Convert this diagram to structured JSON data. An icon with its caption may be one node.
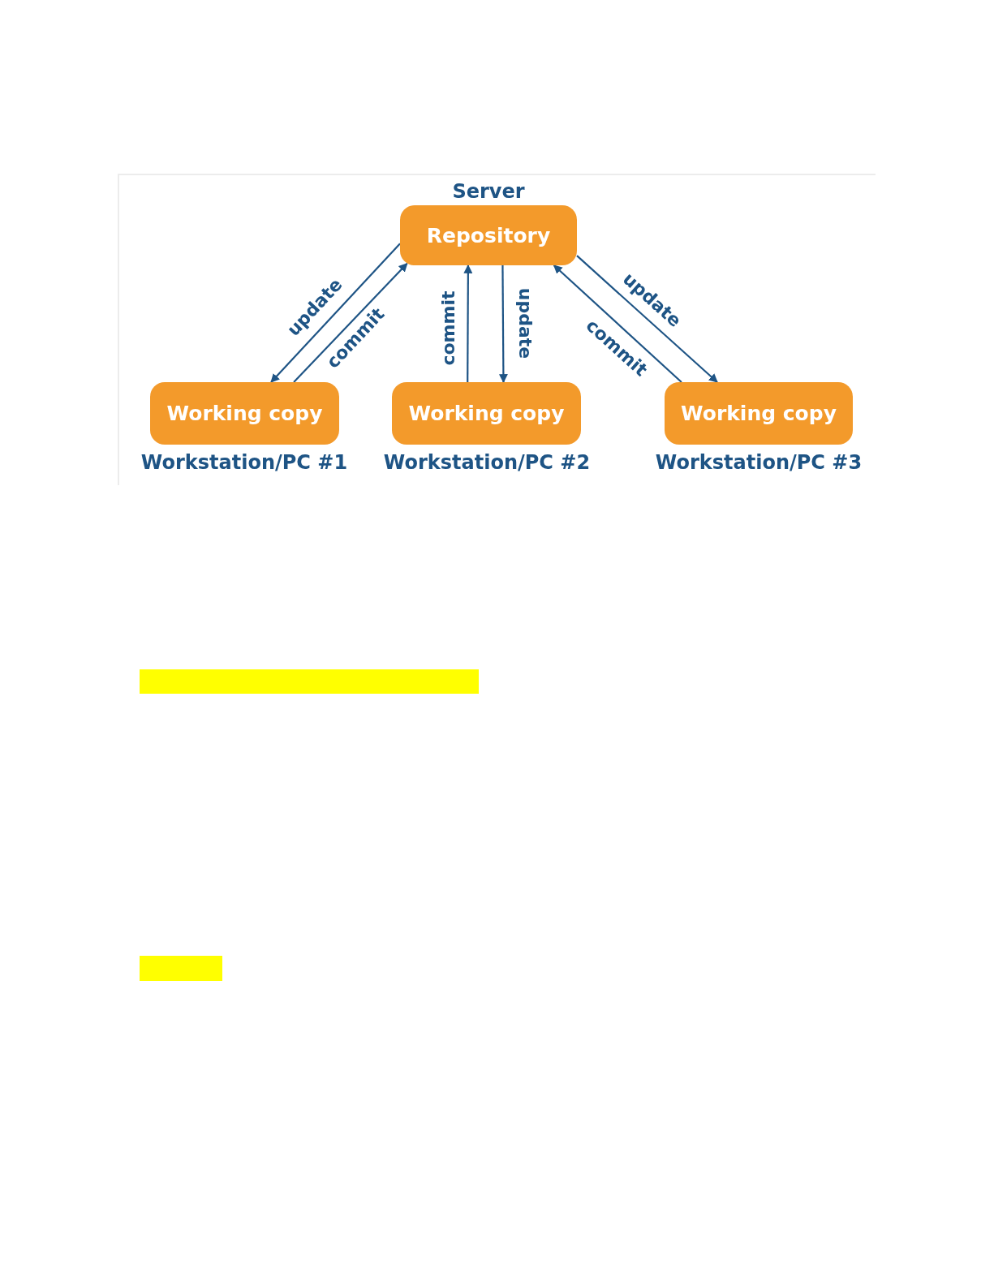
{
  "diagram": {
    "nodes": [
      {
        "text": [
          "Repository"
        ],
        "beside": [
          "Server"
        ]
      },
      {
        "text": [
          "Working copy"
        ],
        "beside": [
          "Workstation/PC #1"
        ]
      },
      {
        "text": [
          "Working copy"
        ],
        "beside": [
          "Workstation/PC #2"
        ]
      },
      {
        "text": [
          "Working copy"
        ],
        "beside": [
          "Workstation/PC #3"
        ]
      }
    ],
    "edges": [
      {
        "from": 0,
        "to": 1,
        "arrow": "to",
        "label": "update"
      },
      {
        "from": 1,
        "to": 0,
        "arrow": "to",
        "label": "commit"
      },
      {
        "from": 2,
        "to": 0,
        "arrow": "to",
        "label": "commit"
      },
      {
        "from": 0,
        "to": 2,
        "arrow": "to",
        "label": "update"
      },
      {
        "from": 3,
        "to": 0,
        "arrow": "to",
        "label": "commit"
      },
      {
        "from": 0,
        "to": 3,
        "arrow": "to",
        "label": "update"
      }
    ]
  }
}
